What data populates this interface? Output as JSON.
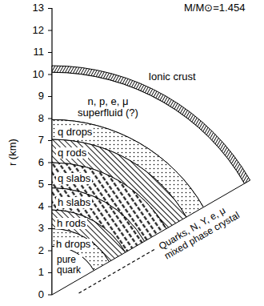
{
  "diagram": {
    "nodes": [
      {
        "text": [
          "Ionic crust"
        ]
      },
      {
        "text": [
          "n, p, e, μ superfluid (?)"
        ]
      },
      {
        "text": [
          "q drops"
        ]
      },
      {
        "text": [
          "q rods"
        ]
      },
      {
        "text": [
          "q slabs"
        ]
      },
      {
        "text": [
          "h slabs"
        ]
      },
      {
        "text": [
          "h rods"
        ]
      },
      {
        "text": [
          "h drops"
        ]
      },
      {
        "text": [
          "pure quark"
        ]
      }
    ],
    "labels": [
      "M/M⊙=1.454",
      "13",
      "12",
      "11",
      "10",
      "9",
      "8",
      "7",
      "6",
      "5",
      "4",
      "3",
      "2",
      "1",
      "0",
      "r (km)",
      "Quarks, N, Y, e, μ mixed phase crystal"
    ]
  }
}
